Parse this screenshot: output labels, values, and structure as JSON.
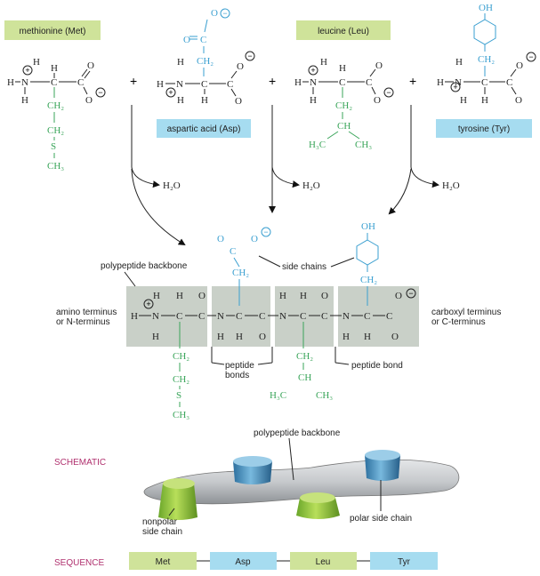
{
  "amino_acids": [
    {
      "name": "methionine (Met)",
      "color": "#cfe39a"
    },
    {
      "name": "aspartic acid (Asp)",
      "color": "#a6dcf0"
    },
    {
      "name": "leucine (Leu)",
      "color": "#cfe39a"
    },
    {
      "name": "tyrosine (Tyr)",
      "color": "#a6dcf0"
    }
  ],
  "atoms": {
    "H": "H",
    "N": "N",
    "C": "C",
    "O": "O",
    "S": "S",
    "OH": "OH",
    "CH": "CH",
    "CH2": "CH₂",
    "CH3": "CH₃",
    "H3C": "H₃C",
    "plus": "+",
    "minus": "−"
  },
  "water": "H₂O",
  "labels": {
    "polypeptide_backbone": "polypeptide backbone",
    "side_chains": "side chains",
    "amino_terminus": [
      "amino terminus",
      "or N-terminus"
    ],
    "carboxyl_terminus": [
      "carboxyl terminus",
      "or C-terminus"
    ],
    "peptide_bonds": [
      "peptide",
      "bonds"
    ],
    "peptide_bond": "peptide bond",
    "schematic_backbone": "polypeptide backbone",
    "nonpolar_side_chain": [
      "nonpolar",
      "side chain"
    ],
    "polar_side_chain": "polar side chain"
  },
  "sections": {
    "schematic": "SCHEMATIC",
    "sequence": "SEQUENCE"
  },
  "sequence": [
    {
      "code": "Met",
      "color": "#cfe39a"
    },
    {
      "code": "Asp",
      "color": "#a6dcf0"
    },
    {
      "code": "Leu",
      "color": "#cfe39a"
    },
    {
      "code": "Tyr",
      "color": "#a6dcf0"
    }
  ],
  "colors": {
    "nonpolar": "#3aa55a",
    "polar": "#3a9fd0",
    "backbone_box": "#c9d0c8",
    "section_title": "#b0306e"
  }
}
